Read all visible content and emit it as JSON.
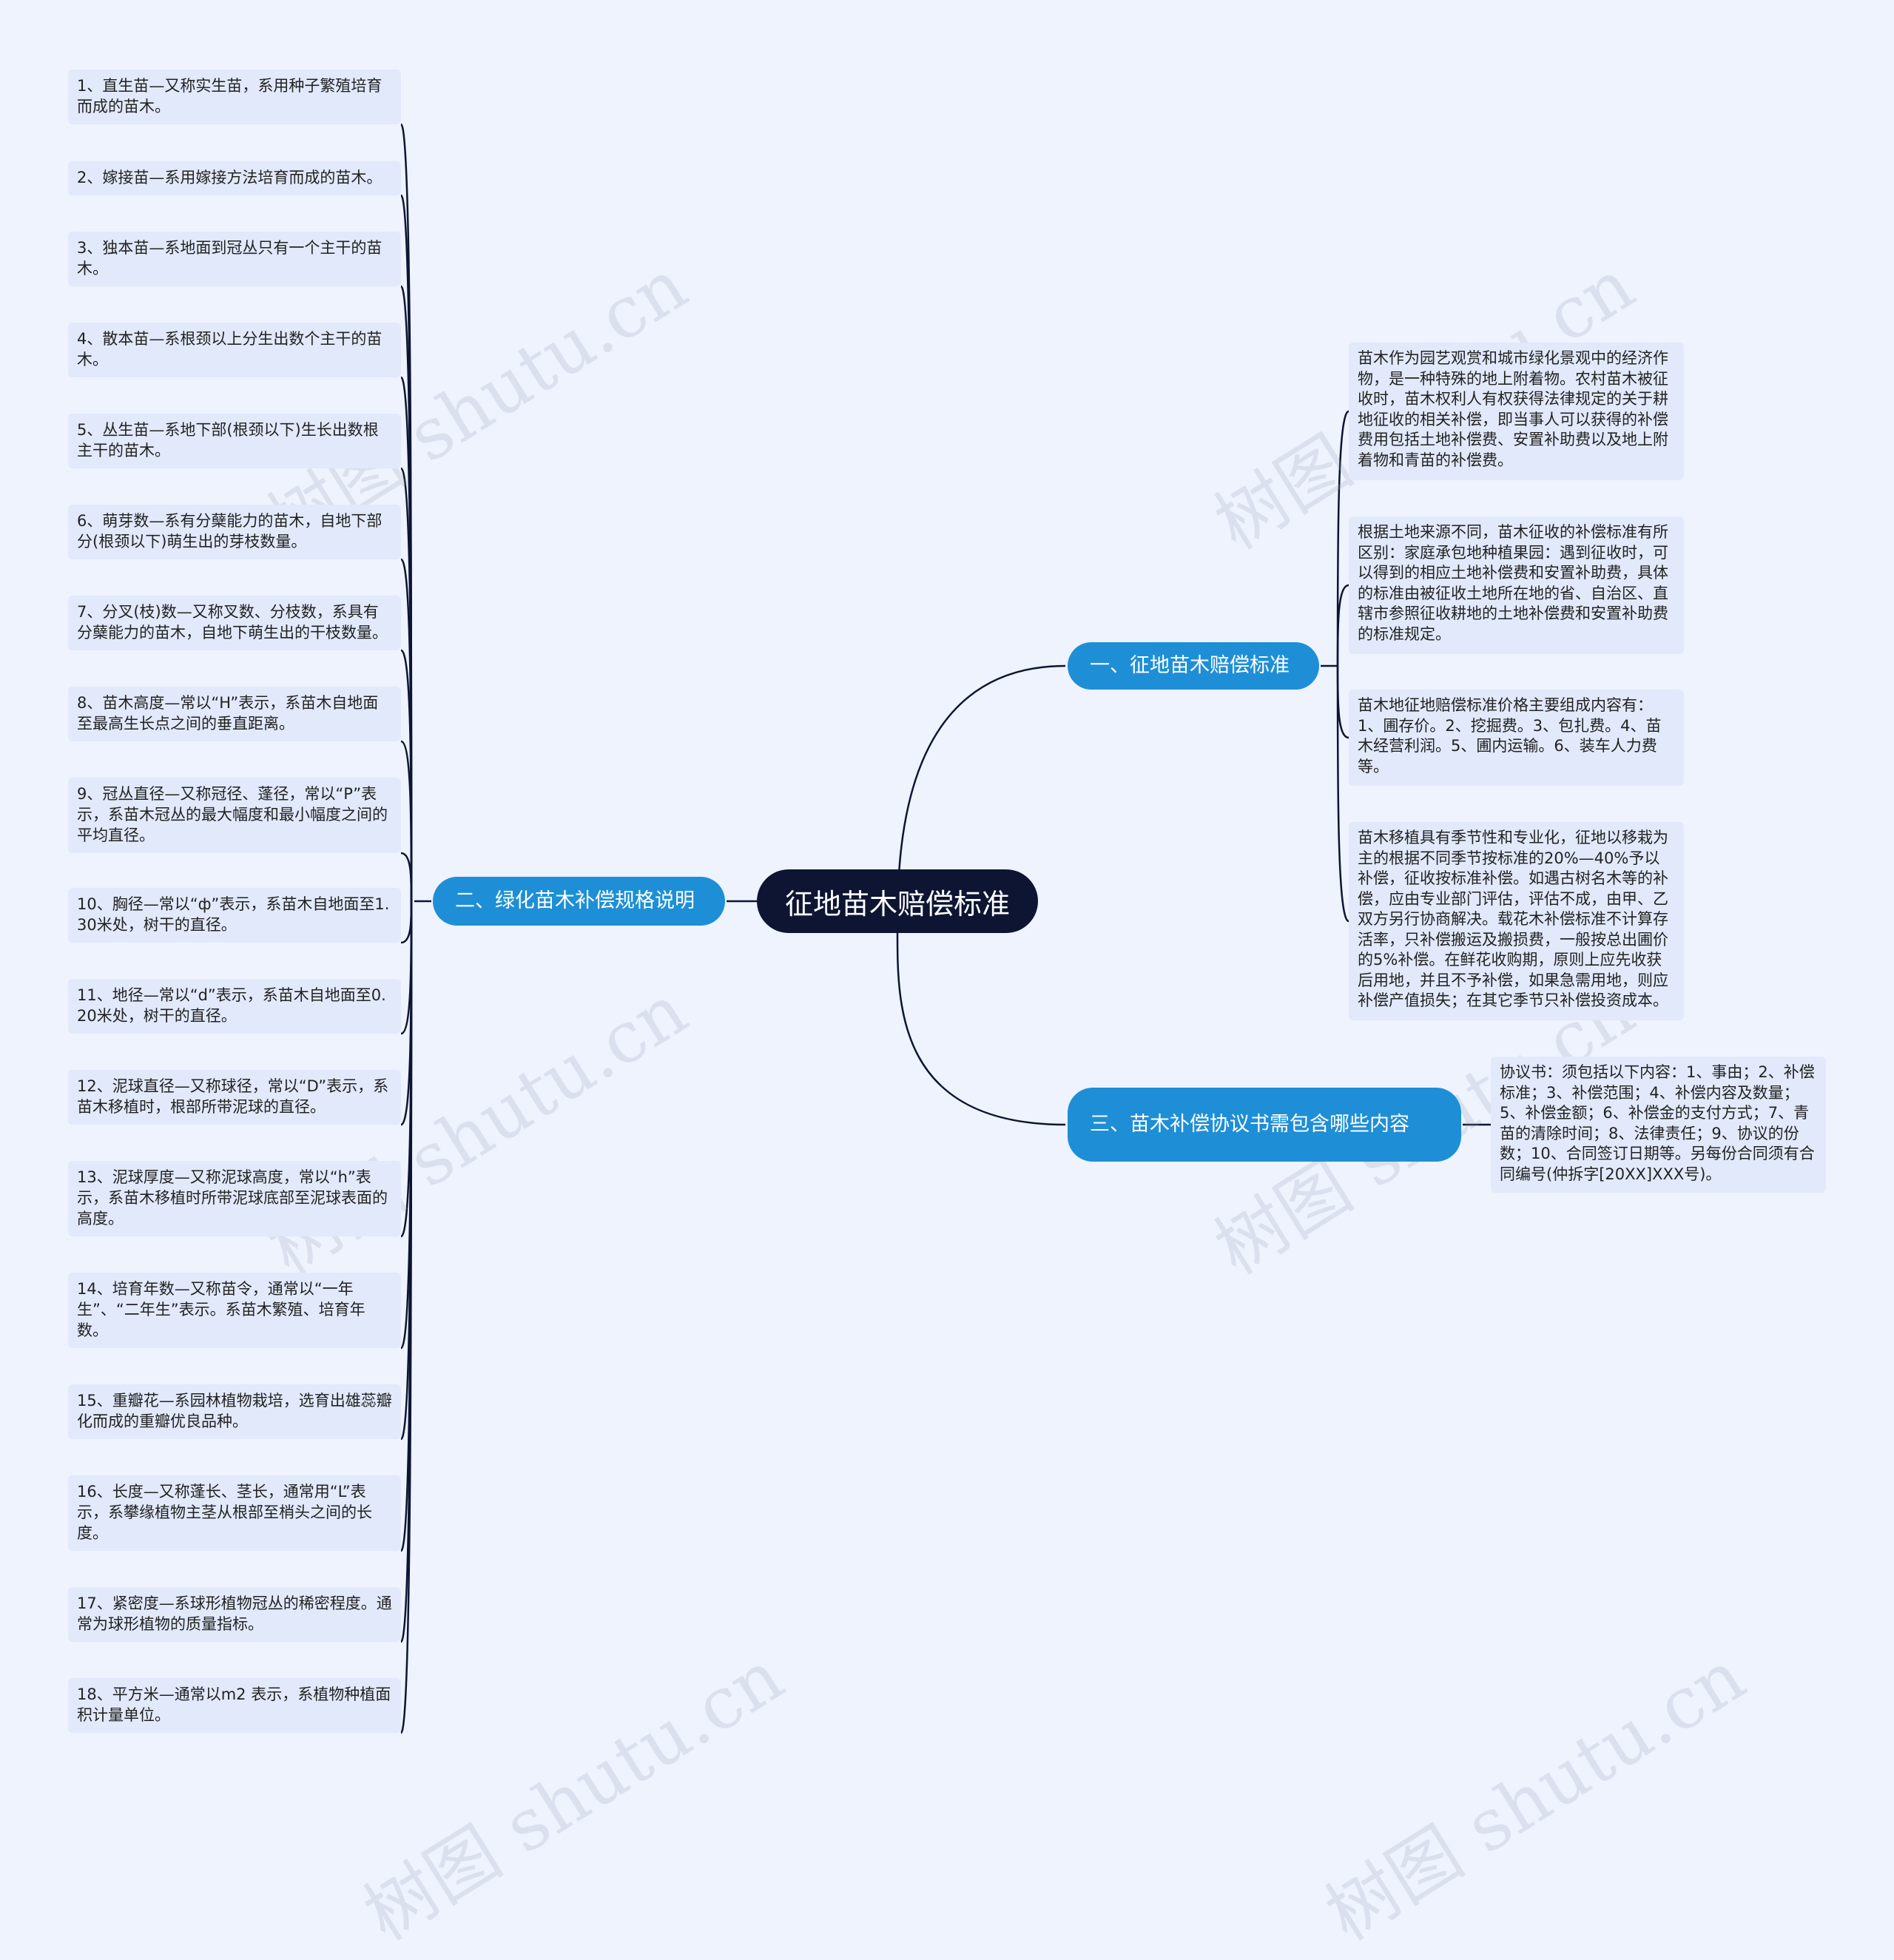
{
  "root": {
    "label": "征地苗木赔偿标准"
  },
  "branches": {
    "b1": {
      "label": "一、征地苗木赔偿标准"
    },
    "b2": {
      "label": "二、绿化苗木补偿规格说明"
    },
    "b3": {
      "label": "三、苗木补偿协议书需包含哪些内容"
    }
  },
  "b1_leaves": [
    "苗木作为园艺观赏和城市绿化景观中的经济作物，是一种特殊的地上附着物。农村苗木被征收时，苗木权利人有权获得法律规定的关于耕地征收的相关补偿，即当事人可以获得的补偿费用包括土地补偿费、安置补助费以及地上附着物和青苗的补偿费。",
    "根据土地来源不同，苗木征收的补偿标准有所区别：家庭承包地种植果园：遇到征收时，可以得到的相应土地补偿费和安置补助费，具体的标准由被征收土地所在地的省、自治区、直辖市参照征收耕地的土地补偿费和安置补助费的标准规定。",
    "苗木地征地赔偿标准价格主要组成内容有：1、圃存价。2、挖掘费。3、包扎费。4、苗木经营利润。5、圃内运输。6、装车人力费等。",
    "苗木移植具有季节性和专业化，征地以移栽为主的根据不同季节按标准的20%—40%予以补偿，征收按标准补偿。如遇古树名木等的补偿，应由专业部门评估，评估不成，由甲、乙双方另行协商解决。载花木补偿标准不计算存活率，只补偿搬运及搬损费，一般按总出圃价的5%补偿。在鲜花收购期，原则上应先收获后用地，并且不予补偿，如果急需用地，则应补偿产值损失；在其它季节只补偿投资成本。"
  ],
  "b2_leaves": [
    "1、直生苗—又称实生苗，系用种子繁殖培育而成的苗木。",
    " 2、嫁接苗—系用嫁接方法培育而成的苗木。",
    "3、独本苗—系地面到冠丛只有一个主干的苗木。",
    "4、散本苗—系根颈以上分生出数个主干的苗木。",
    "5、丛生苗—系地下部(根颈以下)生长出数根主干的苗木。",
    "6、萌芽数—系有分蘖能力的苗木，自地下部分(根颈以下)萌生出的芽枝数量。",
    "7、分叉(枝)数—又称叉数、分枝数，系具有分蘖能力的苗木，自地下萌生出的干枝数量。",
    "8、苗木高度—常以“H”表示，系苗木自地面至最高生长点之间的垂直距离。",
    "9、冠丛直径—又称冠径、蓬径，常以“P”表示，系苗木冠丛的最大幅度和最小幅度之间的平均直径。",
    "10、胸径—常以“ф”表示，系苗木自地面至1.30米处，树干的直径。",
    "11、地径—常以“d”表示，系苗木自地面至0.20米处，树干的直径。",
    "12、泥球直径—又称球径，常以“D”表示，系苗木移植时，根部所带泥球的直径。",
    "13、泥球厚度—又称泥球高度，常以“h”表示，系苗木移植时所带泥球底部至泥球表面的高度。",
    "14、培育年数—又称苗令，通常以“一年生”、“二年生”表示。系苗木繁殖、培育年数。",
    "15、重瓣花—系园林植物栽培，选育出雄蕊瓣化而成的重瓣优良品种。",
    "16、长度—又称蓬长、茎长，通常用“L”表示，系攀缘植物主茎从根部至梢头之间的长度。",
    "17、紧密度—系球形植物冠丛的稀密程度。通常为球形植物的质量指标。",
    "18、平方米—通常以m2 表示，系植物种植面积计量单位。"
  ],
  "b3_leaves": [
    "协议书：须包括以下内容：1、事由；2、补偿标准；3、补偿范围；4、补偿内容及数量；5、补偿金额；6、补偿金的支付方式；7、青苗的清除时间；8、法律责任；9、协议的份数；10、合同签订日期等。另每份合同须有合同编号(仲拆字[20XX]XXX号)。"
  ],
  "watermark": "树图 shutu.cn",
  "colors": {
    "background": "#eef3fd",
    "root": "#0d1533",
    "branch": "#1e8fd6",
    "leaf": "#e1e9fb",
    "line": "#0d1533"
  }
}
